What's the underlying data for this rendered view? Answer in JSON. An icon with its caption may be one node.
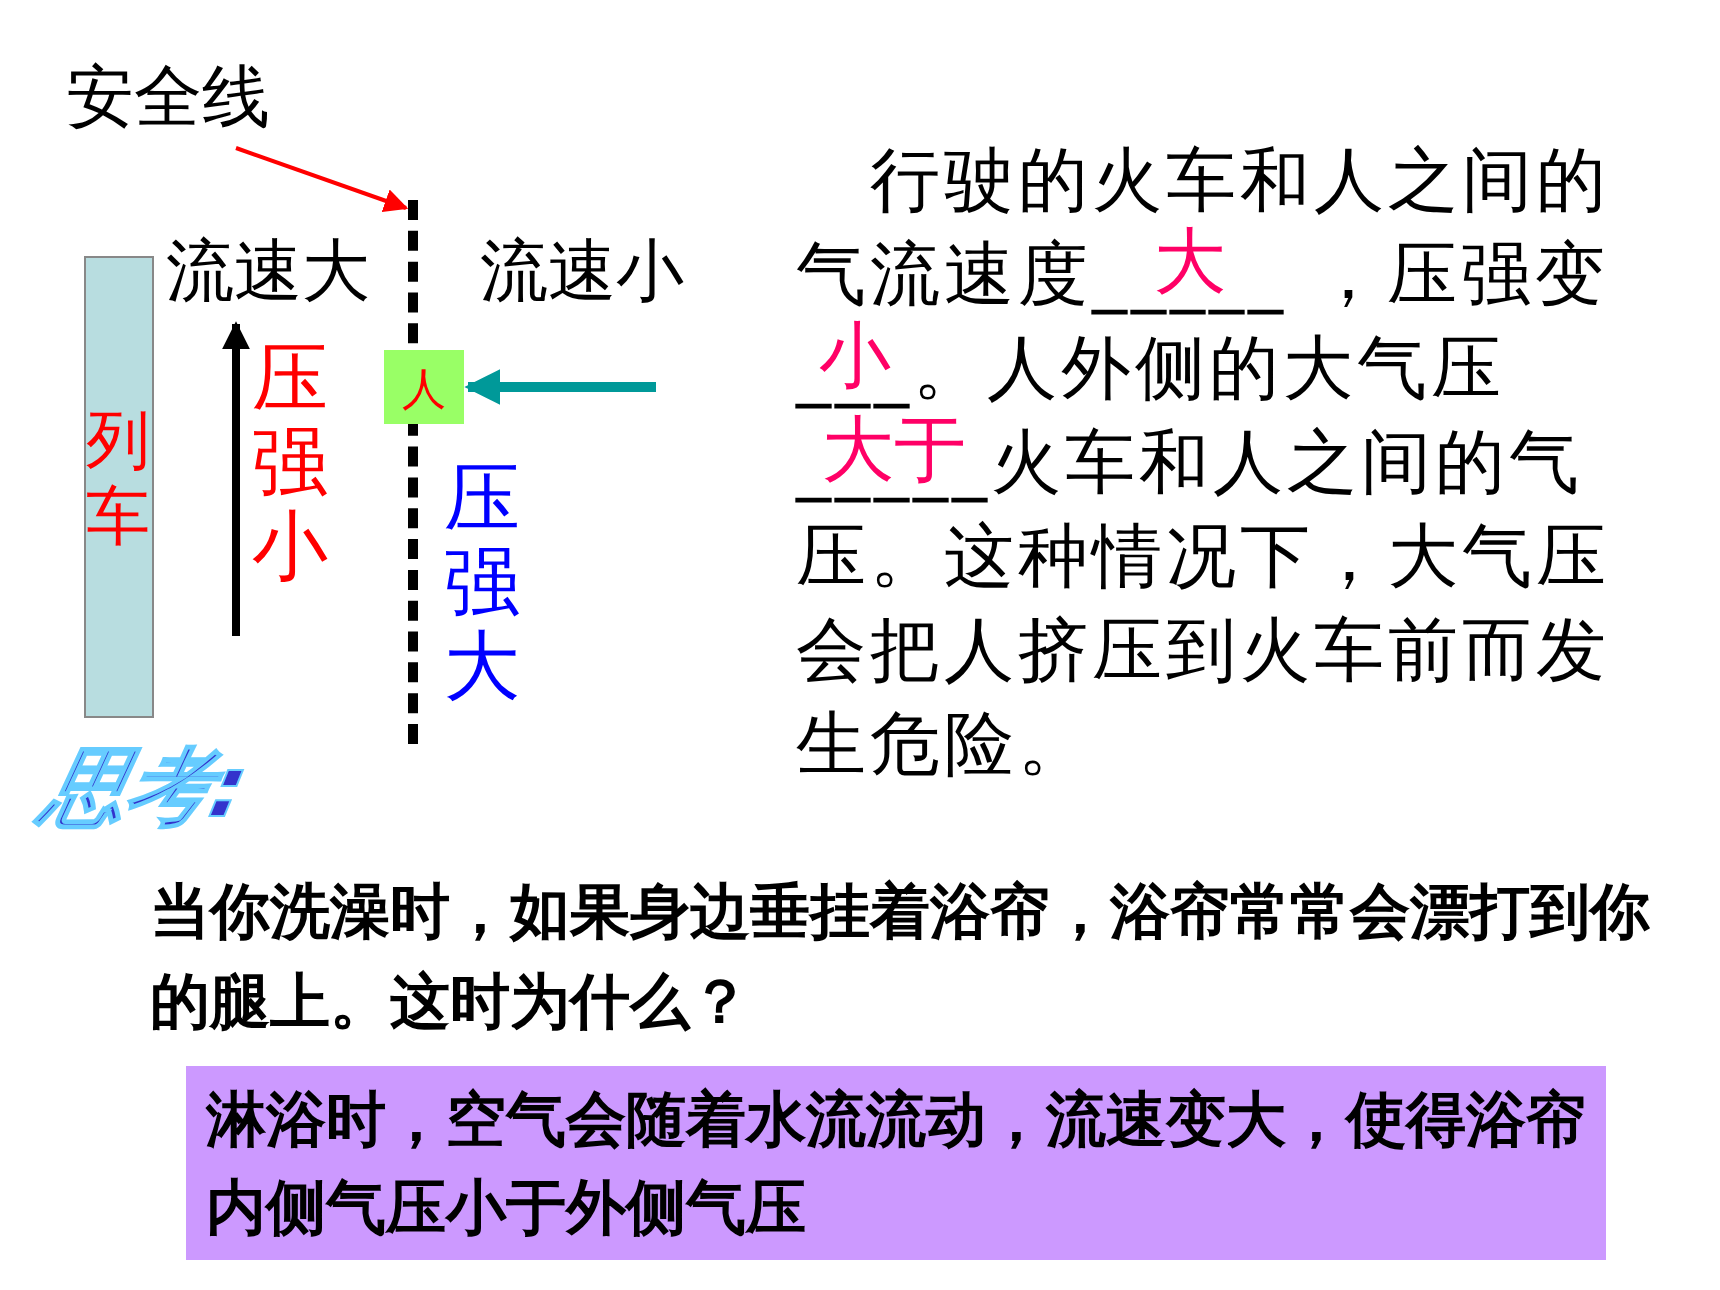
{
  "diagram": {
    "nodes": [
      {
        "text": [
          "安全线"
        ]
      },
      {
        "text": [],
        "shape": "line"
      },
      {
        "text": [
          "列车"
        ]
      },
      {
        "text": [
          "人"
        ]
      },
      {
        "text": [
          "淋浴时，空气会随着水流流动，流速变大，使得浴帘内侧气压小于外侧气压"
        ]
      }
    ],
    "edges": [
      {
        "from": 0,
        "to": 1,
        "arrow": "to",
        "color": "#ff0000"
      },
      {
        "from": null,
        "to": 3,
        "arrow": "to",
        "color": "#009999",
        "style": "thick"
      }
    ],
    "labels": [
      "流速大",
      "流速小",
      "压强小",
      "压强大",
      "行驶的火车和人之间的气流速度_____ ，压强变___。人外侧的大气压_____火车和人之间的气压。这种情况下，大气压会把人挤压到火车前而发生危险。",
      "大",
      "小",
      "大于",
      "思考:",
      "当你洗澡时，如果身边垂挂着浴帘，浴帘常常会漂打到你的腿上。这时为什么？"
    ]
  }
}
